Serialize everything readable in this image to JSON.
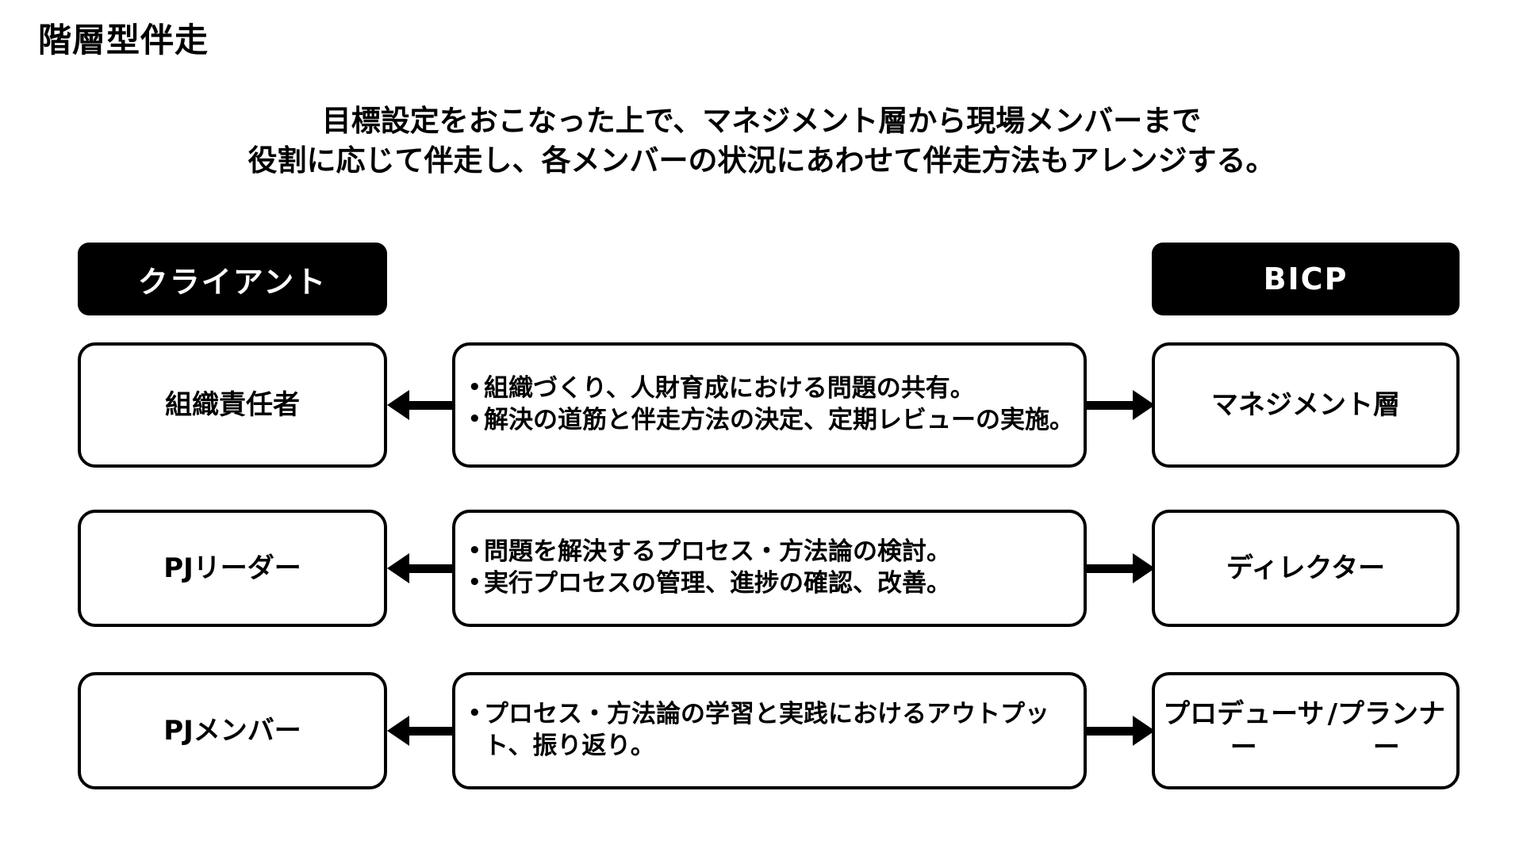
{
  "title": "階層型伴走",
  "subtitle": {
    "line1": "目標設定をおこなった上で、マネジメント層から現場メンバーまで",
    "line2": "役割に応じて伴走し、各メンバーの状況にあわせて伴走方法もアレンジする。"
  },
  "colors": {
    "header_fill": "#000000",
    "header_text": "#ffffff",
    "box_border": "#000000",
    "box_fill": "#ffffff",
    "page_background": "#ffffff",
    "arrow": "#000000"
  },
  "columns": {
    "left_header": "クライアント",
    "right_header": "BICP"
  },
  "rows": [
    {
      "left_label": "組織責任者",
      "right_label": "マネジメント層",
      "bullets": [
        "組織づくり、人財育成における問題の共有。",
        "解決の道筋と伴走方法の決定、定期レビューの実施。"
      ],
      "arrow_left_direction": "left",
      "arrow_right_direction": "right"
    },
    {
      "left_label": "PJリーダー",
      "right_label": "ディレクター",
      "bullets": [
        "問題を解決するプロセス・方法論の検討。",
        "実行プロセスの管理、進捗の確認、改善。"
      ],
      "arrow_left_direction": "left",
      "arrow_right_direction": "right"
    },
    {
      "left_label": "PJメンバー",
      "right_label": "プロデューサー\n/プランナー",
      "bullets": [
        "プロセス・方法論の学習と実践におけるアウトプット、振り返り。"
      ],
      "arrow_left_direction": "left",
      "arrow_right_direction": "right"
    }
  ]
}
